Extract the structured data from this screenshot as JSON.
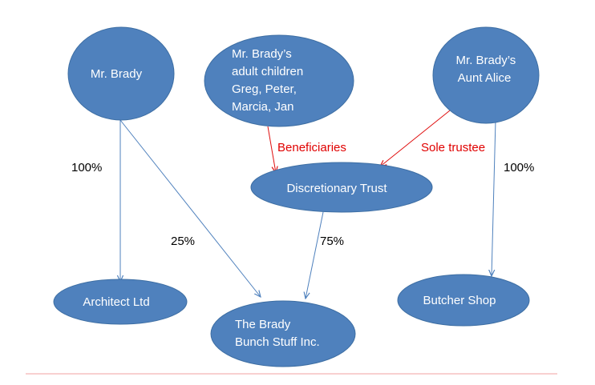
{
  "colors": {
    "node_fill": "#4f81bd",
    "node_stroke": "#3d6ea3",
    "edge_blue": "#4f81bd",
    "edge_red": "#e01010",
    "baseline": "#f08080"
  },
  "nodes": {
    "mr_brady": {
      "lines": [
        "Mr. Brady"
      ]
    },
    "children": {
      "lines": [
        "Mr. Brady’s",
        "adult children",
        "Greg, Peter,",
        "Marcia, Jan"
      ]
    },
    "aunt_alice": {
      "lines": [
        "Mr. Brady’s",
        "Aunt Alice"
      ]
    },
    "trust": {
      "lines": [
        "Discretionary Trust"
      ]
    },
    "architect": {
      "lines": [
        "Architect Ltd"
      ]
    },
    "brady_bunch": {
      "lines": [
        "The Brady",
        "Bunch Stuff Inc."
      ]
    },
    "butcher": {
      "lines": [
        "Butcher Shop"
      ]
    }
  },
  "edges": {
    "brady_to_architect": {
      "label": "100%"
    },
    "brady_to_bunch": {
      "label": "25%"
    },
    "children_to_trust": {
      "label": "Beneficiaries"
    },
    "alice_to_trust": {
      "label": "Sole trustee"
    },
    "alice_to_butcher": {
      "label": "100%"
    },
    "trust_to_bunch": {
      "label": "75%"
    }
  }
}
